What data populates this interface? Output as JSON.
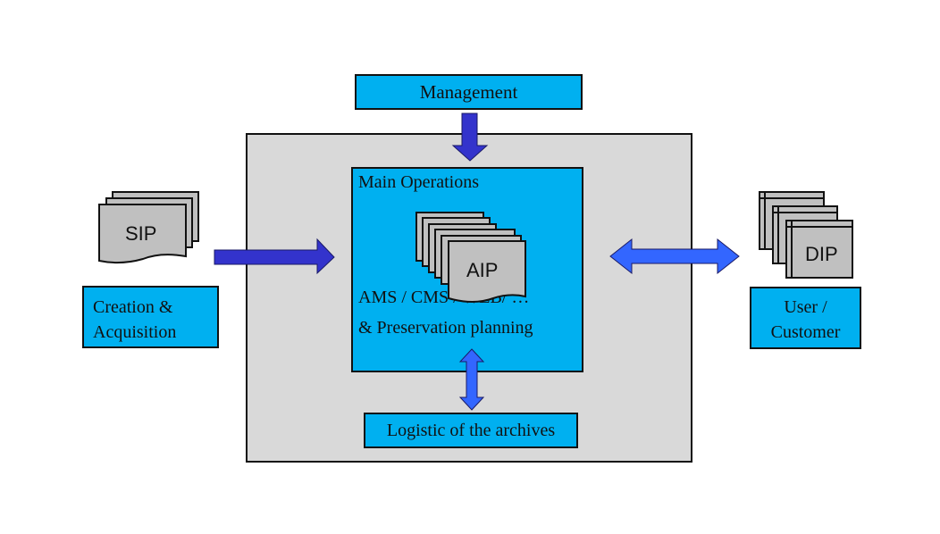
{
  "diagram": {
    "management": "Management",
    "main_operations": {
      "title": "Main Operations",
      "line1": "AMS / CMS / WEB/ …",
      "line2": "& Preservation planning",
      "package": "AIP"
    },
    "logistic": "Logistic of the archives",
    "creation": {
      "line1": "Creation &",
      "line2": "Acquisition",
      "package": "SIP"
    },
    "user": {
      "line1": "User /",
      "line2": "Customer",
      "package": "DIP"
    },
    "colors": {
      "box_fill": "#00b0f0",
      "container_fill": "#d9d9d9",
      "arrow_dark": "#3333cc",
      "arrow_light": "#3366ff",
      "document_fill": "#c0c0c0"
    }
  }
}
